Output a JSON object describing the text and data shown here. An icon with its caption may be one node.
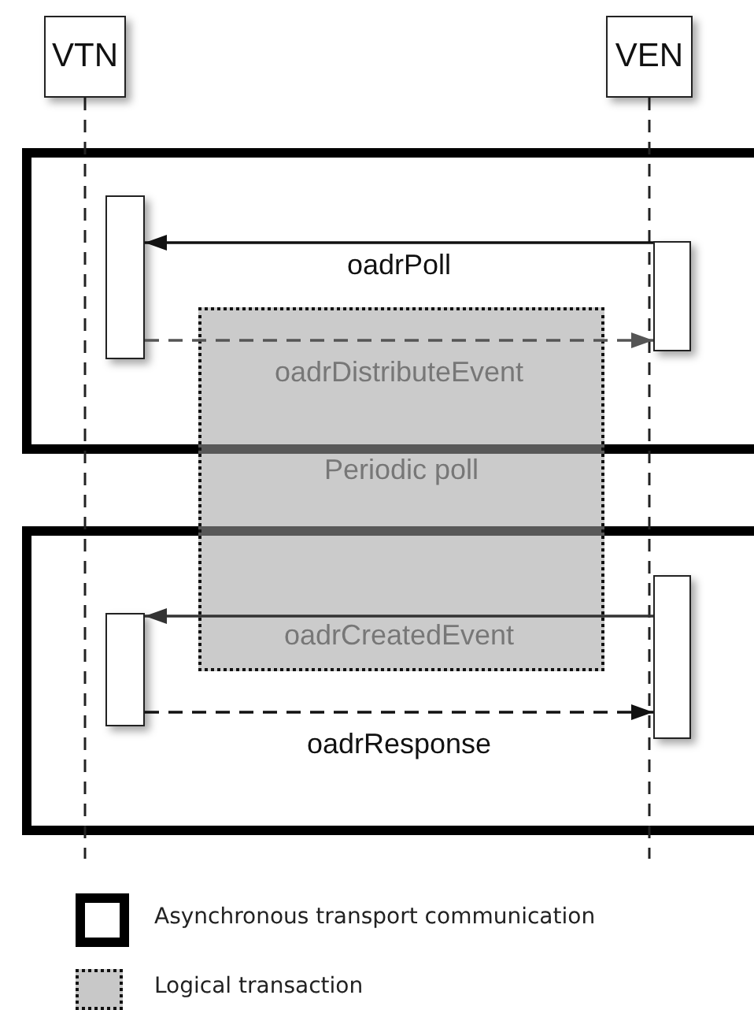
{
  "diagram": {
    "nodes": [
      {
        "text": [
          "VTN"
        ]
      },
      {
        "text": [
          "VEN"
        ]
      },
      {
        "text": [],
        "shape": "bar"
      },
      {
        "text": [],
        "shape": "bar"
      },
      {
        "text": [],
        "shape": "bar"
      },
      {
        "text": [],
        "shape": "bar"
      }
    ],
    "edges": [
      {
        "from": 3,
        "to": 2,
        "arrow": "to",
        "label": "oadrPoll"
      },
      {
        "from": 2,
        "to": 3,
        "arrow": "to",
        "label": "oadrDistributeEvent",
        "style": "dashed"
      },
      {
        "from": 4,
        "to": 5,
        "arrow": "to",
        "label": "oadrCreatedEvent"
      },
      {
        "from": 5,
        "to": 4,
        "arrow": "to",
        "label": "oadrResponse",
        "style": "dashed"
      }
    ],
    "labels": [
      "Periodic poll"
    ],
    "legend": [
      {
        "text": "Asynchronous transport communication"
      },
      {
        "text": "Logical transaction"
      }
    ]
  }
}
